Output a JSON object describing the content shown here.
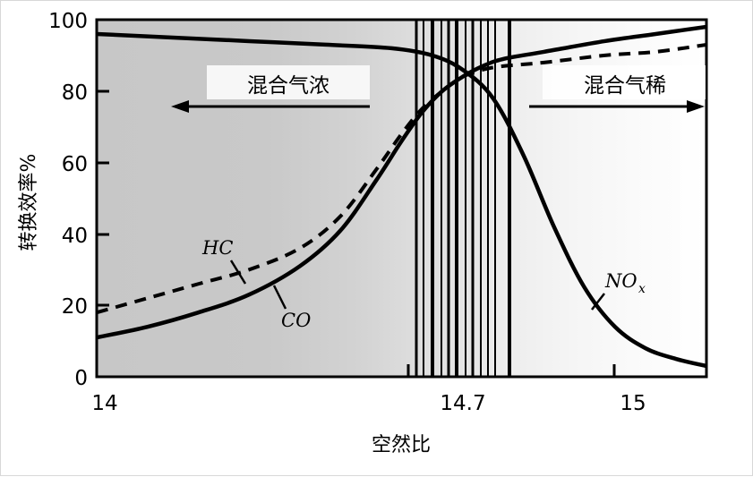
{
  "chart_data": {
    "type": "line",
    "title": "",
    "xlabel": "空然比",
    "ylabel": "转换效率%",
    "xlim": [
      14,
      15.2
    ],
    "ylim": [
      0,
      100
    ],
    "grid": false,
    "legend": "inline-curve-labels",
    "x_ticks": [
      {
        "value": 14,
        "label": "14"
      },
      {
        "value": 14.7,
        "label": "14.7"
      },
      {
        "value": 15,
        "label": "15"
      }
    ],
    "y_ticks": [
      {
        "value": 0,
        "label": "0"
      },
      {
        "value": 20,
        "label": "20"
      },
      {
        "value": 40,
        "label": "40"
      },
      {
        "value": 60,
        "label": "60"
      },
      {
        "value": 80,
        "label": "80"
      },
      {
        "value": 100,
        "label": "100"
      }
    ],
    "series": [
      {
        "name": "CO",
        "style": "solid",
        "x": [
          14.0,
          14.1,
          14.2,
          14.3,
          14.4,
          14.48,
          14.55,
          14.6,
          14.64,
          14.68,
          14.72,
          14.76,
          14.8,
          14.88,
          15.0,
          15.1,
          15.2
        ],
        "values": [
          11,
          14,
          18,
          23,
          31,
          41,
          55,
          66,
          74,
          80,
          84,
          87,
          89,
          91,
          94,
          96,
          98
        ]
      },
      {
        "name": "HC",
        "style": "dashed",
        "x": [
          14.0,
          14.1,
          14.2,
          14.3,
          14.4,
          14.48,
          14.55,
          14.6,
          14.64,
          14.68,
          14.72,
          14.76,
          14.8,
          14.88,
          15.0,
          15.1,
          15.2
        ],
        "values": [
          18,
          22,
          26,
          30,
          36,
          45,
          58,
          68,
          75,
          80,
          84,
          86,
          87,
          88,
          90,
          91,
          93
        ]
      },
      {
        "name": "NOx",
        "style": "solid",
        "x": [
          14.0,
          14.15,
          14.3,
          14.45,
          14.58,
          14.66,
          14.72,
          14.78,
          14.84,
          14.9,
          14.96,
          15.02,
          15.08,
          15.14,
          15.2
        ],
        "values": [
          96,
          95,
          94,
          93,
          92,
          90,
          86,
          78,
          62,
          42,
          25,
          14,
          8,
          5,
          3
        ]
      }
    ],
    "annotations": [
      {
        "name": "rich-mixture",
        "text": "混合气浓",
        "arrow": "left"
      },
      {
        "name": "lean-mixture",
        "text": "混合气稀",
        "arrow": "right"
      },
      {
        "name": "curve-label-hc",
        "text": "HC"
      },
      {
        "name": "curve-label-co",
        "text": "CO"
      },
      {
        "name": "curve-label-nox",
        "text": "NO",
        "subscript": "x"
      }
    ],
    "stoichiometric_band": {
      "label": "window near 14.7",
      "x_start": 14.58,
      "x_end": 14.82,
      "line_count": 12
    },
    "background": {
      "gradient_from": "#c8c8c8",
      "gradient_to": "#ffffff",
      "description": "horizontal gray-to-white gradient across plot area"
    }
  },
  "colors": {
    "axis": "#000000",
    "curve": "#000000",
    "band_line": "#000000",
    "frame": "#000000"
  }
}
